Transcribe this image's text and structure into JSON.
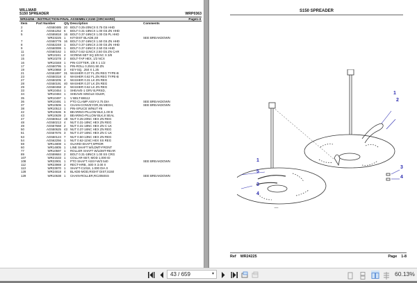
{
  "left_page": {
    "brand": "WILLMAR",
    "model": "S150 SPREADER",
    "doc_code": "WRP0363",
    "section": "WR24256 - INSTRUCTION-FINAL ASSEMBLY,S150 (ORCHARD)",
    "page_ref": "Page1-3",
    "columns": [
      "Item",
      "Part Number",
      "Qty",
      "Description",
      "Comments"
    ],
    "rows": [
      {
        "item": "2",
        "part": "AG550485",
        "qty": "20",
        "desc": "BOLT 0.25-20NCX 0.75 G5 HHD",
        "comment": ""
      },
      {
        "item": "3",
        "part": "AG551252",
        "qty": "6",
        "desc": "BOLT 0.31-18NCX 1.00 G5 ZN HHD",
        "comment": ""
      },
      {
        "item": "5",
        "part": "AG555818",
        "qty": "16",
        "desc": "BOLT 0.37-16NCX 1.00 G5 PL HHD",
        "comment": ""
      },
      {
        "item": "",
        "part": "WR23225",
        "qty": "1",
        "desc": "KIT-DIST BLADE,S0",
        "comment": "SEE BREAKDOWN"
      },
      {
        "item": "7",
        "part": "AG550779",
        "qty": "16",
        "desc": "BOLT 0.37-16NCX 1.50 G5 ZN HHD",
        "comment": ""
      },
      {
        "item": "8",
        "part": "AG552248",
        "qty": "1",
        "desc": "BOLT 0.37-16NCX 2.00 G5 ZN HHD",
        "comment": ""
      },
      {
        "item": "9",
        "part": "AG560099",
        "qty": "1",
        "desc": "BOLT 0.37-16NCX 2.50 G5 HHD",
        "comment": ""
      },
      {
        "item": "11",
        "part": "AG560162",
        "qty": "1",
        "desc": "BOLT 0.62-11NCX 2.50 G5 ZN CAR",
        "comment": ""
      },
      {
        "item": "12",
        "part": "WR10241",
        "qty": "4",
        "desc": "SCREW-SET SQ 3/8 NC X 3/8",
        "comment": ""
      },
      {
        "item": "15",
        "part": "WR10278",
        "qty": "2",
        "desc": "BOLT-TAP HEX, 1/2 NCX",
        "comment": ""
      },
      {
        "item": "16",
        "part": "WR10348",
        "qty": "1",
        "desc": "PIN-COTTER, 1/8 X 1 1/2",
        "comment": ""
      },
      {
        "item": "17",
        "part": "AG550795",
        "qty": "1",
        "desc": "PIN-ROLL 0.25X1.50 ZN",
        "comment": ""
      },
      {
        "item": "19",
        "part": "WR10868",
        "qty": "3",
        "desc": "KEY-SQ, .250 X 1.25",
        "comment": ""
      },
      {
        "item": "21",
        "part": "AG551897",
        "qty": "31",
        "desc": "WASHER 0.37 FL ZN REG TYPE-B",
        "comment": ""
      },
      {
        "item": "23",
        "part": "AG550318",
        "qty": "4",
        "desc": "WASHER 0.62 FL ZN REG TYPE-B",
        "comment": ""
      },
      {
        "item": "27",
        "part": "AG550205",
        "qty": "4",
        "desc": "WASHER 0.31 LK ZN REG",
        "comment": ""
      },
      {
        "item": "28",
        "part": "AG550191",
        "qty": "40",
        "desc": "WASHER 0.37 LK ZN REG",
        "comment": ""
      },
      {
        "item": "29",
        "part": "AG550458",
        "qty": "2",
        "desc": "WASHER 0.62 LK ZN REG",
        "comment": ""
      },
      {
        "item": "33",
        "part": "WR10454",
        "qty": "1",
        "desc": "SHEAVE-1 GRV B,PRSD,",
        "comment": ""
      },
      {
        "item": "34",
        "part": "WR10484",
        "qty": "1",
        "desc": "SHEAVE-SINGLE IDLER,",
        "comment": ""
      },
      {
        "item": "35",
        "part": "WR10497",
        "qty": "1",
        "desc": "V BELT-B8112",
        "comment": ""
      },
      {
        "item": "36",
        "part": "WR10491",
        "qty": "1",
        "desc": "PTO CLAMP ASSY-2.75 DIA",
        "comment": "SEE BREAKDOWN"
      },
      {
        "item": "37",
        "part": "WR10506",
        "qty": "1",
        "desc": "CHAIN-CONVEYOR,S5 MESH,",
        "comment": "SEE BREAKDOWN"
      },
      {
        "item": "38",
        "part": "WR10513",
        "qty": "1",
        "desc": "PIN-SPLICE W/NUT #8",
        "comment": ""
      },
      {
        "item": "42",
        "part": "WR10636",
        "qty": "6",
        "desc": "BEARING-PILLOW BLK,1.00 B",
        "comment": ""
      },
      {
        "item": "43",
        "part": "WR10639",
        "qty": "2",
        "desc": "BEARING-PILLOW BLK,8 SEAL",
        "comment": ""
      },
      {
        "item": "47",
        "part": "AG550612",
        "qty": "19",
        "desc": "NUT 0.25-20NC HEX ZN REG",
        "comment": ""
      },
      {
        "item": "48",
        "part": "AG550213",
        "qty": "4",
        "desc": "NUT 0.31-18NC HEX ZN REG",
        "comment": ""
      },
      {
        "item": "49",
        "part": "AG557668",
        "qty": "2",
        "desc": "NUT 0.31-18NC HEX ZN C-LK",
        "comment": ""
      },
      {
        "item": "50",
        "part": "AG550625",
        "qty": "43",
        "desc": "NUT 0.37-16NC HEX ZN REG",
        "comment": ""
      },
      {
        "item": "51",
        "part": "AG557676",
        "qty": "3",
        "desc": "NUT 0.37-16NC HEX ZN C-LK",
        "comment": ""
      },
      {
        "item": "53",
        "part": "AG550124",
        "qty": "7",
        "desc": "NUT 0.50-13NC HEX ZN REG",
        "comment": ""
      },
      {
        "item": "54",
        "part": "AG562256",
        "qty": "1",
        "desc": "NUT 0.62-11NC HEX SS REG",
        "comment": ""
      },
      {
        "item": "59",
        "part": "WR14808",
        "qty": "1",
        "desc": "GUARD-SHAFT,SPRDR",
        "comment": ""
      },
      {
        "item": "60",
        "part": "WR14805",
        "qty": "1",
        "desc": "LINE SHAFT W/LDMT-FRONT",
        "comment": ""
      },
      {
        "item": "77",
        "part": "WR10597",
        "qty": "1",
        "desc": "ROLLER SHAFT W/LDMT-REAR",
        "comment": ""
      },
      {
        "item": "89",
        "part": "AG559684",
        "qty": "2",
        "desc": "BOLT 0.31-18NCX 1.00 SS CRG",
        "comment": ""
      },
      {
        "item": "107",
        "part": "WR21533",
        "qty": "1",
        "desc": "COLLAR-SET, MOD 1.000 ID",
        "comment": ""
      },
      {
        "item": "108",
        "part": "WR22901",
        "qty": "1",
        "desc": "PTO SHAFT ASSY-W/3 540",
        "comment": "SEE BREAKDOWN"
      },
      {
        "item": "112",
        "part": "WR23969",
        "qty": "2",
        "desc": "RECT-HRB, .500 X 3.00 X",
        "comment": ""
      },
      {
        "item": "113",
        "part": "WR23970",
        "qty": "1",
        "desc": "SHAFT-C1018, 1.000 DIA X",
        "comment": ""
      },
      {
        "item": "128",
        "part": "WR24818",
        "qty": "4",
        "desc": "BLADE-MOD,RIGHT DIST,S150",
        "comment": ""
      },
      {
        "item": "129",
        "part": "WR10638",
        "qty": "1",
        "desc": "CHAIN-ROLLER,RC2050SS",
        "comment": "SEE BREAKDOWN"
      }
    ]
  },
  "right_page": {
    "title": "S150 SPREADER",
    "callouts": [
      "1",
      "2",
      "3",
      "4",
      "1",
      "5",
      "3",
      "4"
    ],
    "footer_ref_label": "Ref",
    "footer_ref": "WR24225",
    "footer_page_label": "Page",
    "footer_page": "1-8"
  },
  "toolbar": {
    "first_page": "first-page",
    "prev_page": "previous-page",
    "page_value": "43 / 659",
    "next_page": "next-page",
    "last_page": "last-page",
    "zoom": "60.13%",
    "colors": {
      "active_view": "#cfe3f7",
      "callout": "#2b2bb0"
    }
  }
}
